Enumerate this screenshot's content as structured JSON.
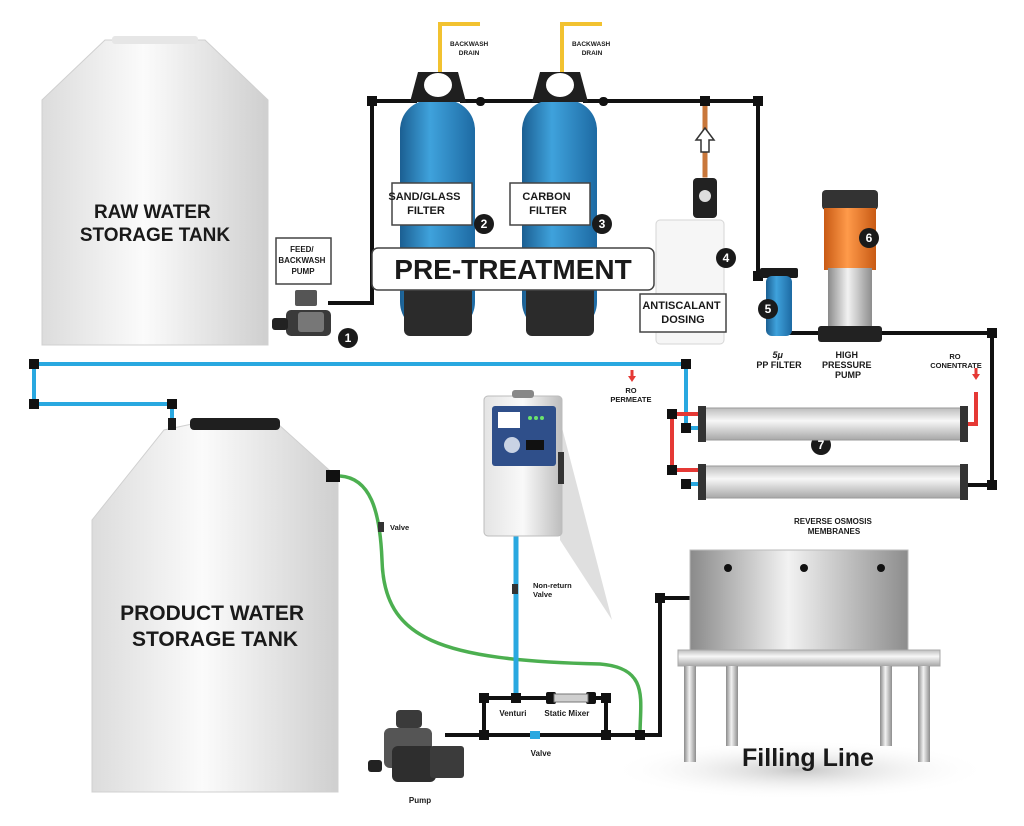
{
  "tanks": {
    "raw": [
      "RAW WATER",
      "STORAGE TANK"
    ],
    "product": [
      "PRODUCT WATER",
      "STORAGE TANK"
    ]
  },
  "pretreatment": {
    "title": "PRE-TREATMENT",
    "backwash_drain": [
      "BACKWASH",
      "DRAIN"
    ],
    "sand_filter": [
      "SAND/GLASS",
      "FILTER"
    ],
    "carbon_filter": [
      "CARBON",
      "FILTER"
    ],
    "antiscalant": [
      "ANTISCALANT",
      "DOSING"
    ]
  },
  "feed_pump": [
    "FEED/",
    "BACKWASH",
    "PUMP"
  ],
  "pp_filter": [
    "5μ",
    "PP FILTER"
  ],
  "high_pressure_pump": [
    "HIGH",
    "PRESSURE",
    "PUMP"
  ],
  "ro": {
    "permeate": [
      "RO",
      "PERMEATE"
    ],
    "concentrate": [
      "RO",
      "CONENTRATE"
    ],
    "membranes": [
      "REVERSE OSMOSIS",
      "MEMBRANES"
    ]
  },
  "ozone": {
    "non_return_valve": [
      "Non-return",
      "Valve"
    ],
    "valve": "Valve",
    "venturi": "Venturi",
    "static_mixer": "Static Mixer",
    "loop_valve": "Valve",
    "pump": "Pump"
  },
  "filling_line": "Filling Line",
  "steps": [
    "1",
    "2",
    "3",
    "4",
    "5",
    "6",
    "7"
  ],
  "colors": {
    "filter_blue": "#2a86c0",
    "pipe_blue": "#29a8e0",
    "pipe_green": "#4caf50",
    "pipe_yellow": "#f2c230",
    "pipe_red": "#e53935",
    "pump_orange": "#f07a28"
  }
}
